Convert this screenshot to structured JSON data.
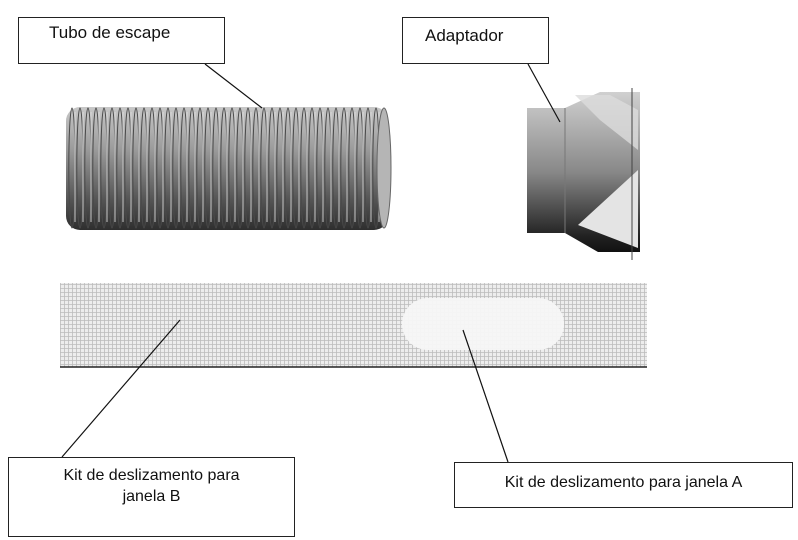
{
  "labels": {
    "exhaust_hose": "Tubo de escape",
    "adapter": "Adaptador",
    "window_kit_b_line1": "Kit de deslizamento para",
    "window_kit_b_line2": "janela B",
    "window_kit_a": "Kit de deslizamento para janela A"
  },
  "colors": {
    "line": "#111111",
    "hose_dark": "#3a3a3a",
    "hose_light": "#bdbdbd",
    "panel_texture": "#e6e6e6",
    "panel_grid": "#b8b8b8"
  }
}
